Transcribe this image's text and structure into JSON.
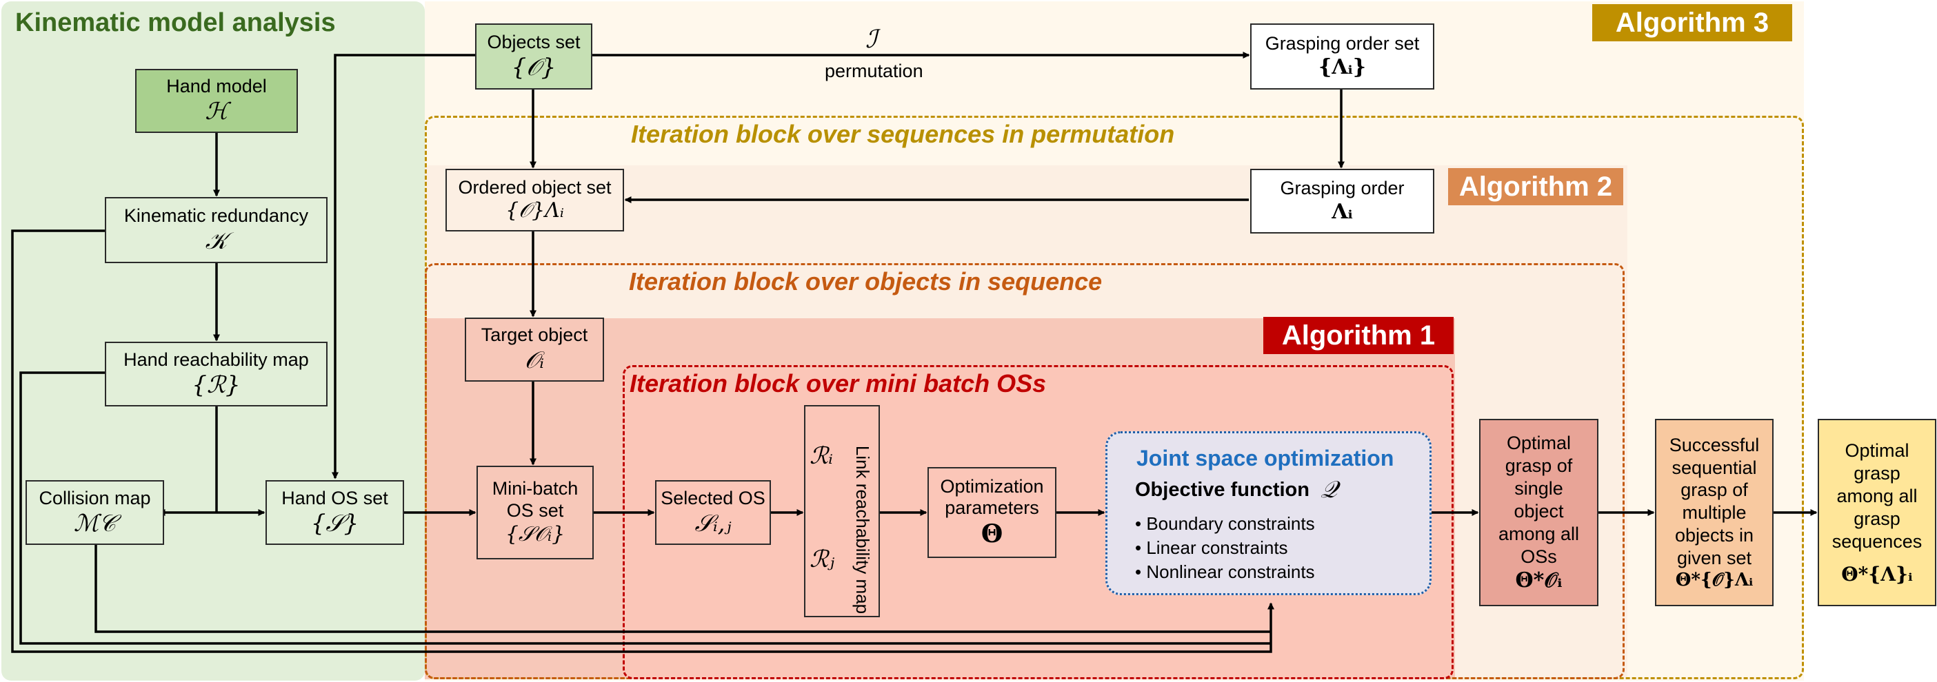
{
  "colors": {
    "kinematic_bg": "#e2efd9",
    "kinematic_title": "#3a6a1f",
    "alg3": "#bf9000",
    "alg3_bg": "#fff8ec",
    "alg2": "#db8a50",
    "alg2_bg": "#fcefe3",
    "alg1": "#c00000",
    "alg1_bg": "#f7c8b9",
    "iter1_bg": "#fbc6b8",
    "joint_bg": "#e6e3ee",
    "joint_title": "#1f6fbf",
    "out1": "#e8a497",
    "out2": "#f8c9a0",
    "out3": "#ffe699",
    "green_node": "#c6e0b4"
  },
  "regions": {
    "kinematic_title": "Kinematic model analysis",
    "alg3_label": "Algorithm 3",
    "alg2_label": "Algorithm 2",
    "alg1_label": "Algorithm 1",
    "iter_permutation": "Iteration block over sequences in permutation",
    "iter_objects": "Iteration block over objects in sequence",
    "iter_minibatch": "Iteration block over mini batch OSs"
  },
  "nodes": {
    "hand_model": {
      "label": "Hand model",
      "sym": "ℋ"
    },
    "kinematic_redundancy": {
      "label": "Kinematic redundancy",
      "sym": "𝒦"
    },
    "hand_reachability": {
      "label": "Hand reachability map",
      "sym": "{ℛ}"
    },
    "collision_map": {
      "label": "Collision map",
      "sym": "ℳ𝒞"
    },
    "hand_os_set": {
      "label": "Hand OS set",
      "sym": "{𝒮}"
    },
    "objects_set": {
      "label": "Objects set",
      "sym": "{𝒪}"
    },
    "grasping_order_set": {
      "label": "Grasping order set",
      "sym": "{Λᵢ}"
    },
    "grasping_order": {
      "label": "Grasping order",
      "sym": "Λᵢ"
    },
    "ordered_object_set": {
      "label": "Ordered object set",
      "sym": "{𝒪}Λᵢ"
    },
    "target_object": {
      "label": "Target object",
      "sym": "𝒪ᵢ"
    },
    "mini_batch": {
      "line1": "Mini-batch",
      "line2": "OS set",
      "sym": "{𝒮𝒪ᵢ}"
    },
    "selected_os": {
      "label": "Selected OS",
      "sym": "𝒮ᵢ,ⱼ"
    },
    "link_reach": {
      "label": "Link reachability map",
      "sym_top": "ℛᵢ",
      "sym_bottom": "ℛⱼ"
    },
    "opt_params": {
      "line1": "Optimization",
      "line2": "parameters",
      "sym": "Θ"
    },
    "permutation": {
      "sym": "ℐ",
      "label": "permutation"
    }
  },
  "joint": {
    "title": "Joint space optimization",
    "objective_label": "Objective function",
    "objective_sym": "𝒬",
    "bullets": [
      "Boundary constraints",
      "Linear constraints",
      "Nonlinear constraints"
    ]
  },
  "outputs": {
    "out1": {
      "lines": [
        "Optimal",
        "grasp of",
        "single",
        "object",
        "among all",
        "OSs"
      ],
      "sym": "Θ*𝒪ᵢ"
    },
    "out2": {
      "lines": [
        "Successful",
        "sequential",
        "grasp of",
        "multiple",
        "objects in",
        "given set"
      ],
      "sym": "Θ*{𝒪}Λᵢ"
    },
    "out3": {
      "lines": [
        "Optimal",
        "grasp",
        "among all",
        "grasp",
        "sequences"
      ],
      "sym": "Θ*{Λ}ᵢ"
    }
  }
}
